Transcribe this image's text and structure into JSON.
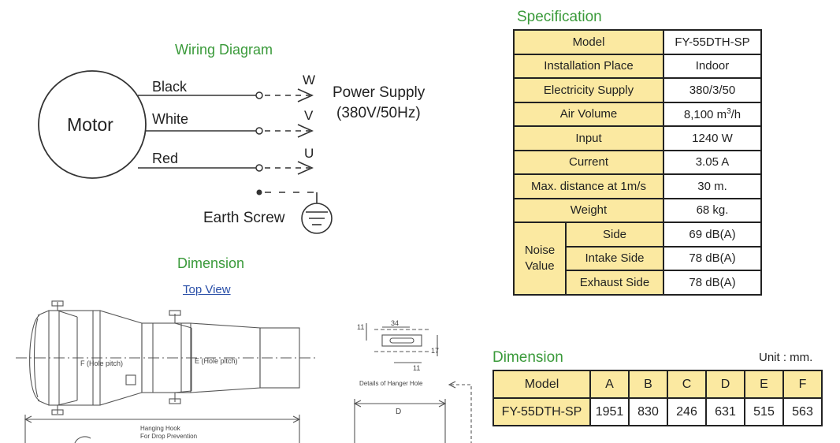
{
  "wiring": {
    "title": "Wiring Diagram",
    "motor": "Motor",
    "wires": [
      {
        "color": "Black",
        "phase": "W"
      },
      {
        "color": "White",
        "phase": "V"
      },
      {
        "color": "Red",
        "phase": "U"
      }
    ],
    "power_supply_line1": "Power Supply",
    "power_supply_line2": "(380V/50Hz)",
    "earth": "Earth Screw"
  },
  "drawing": {
    "title": "Dimension",
    "top_view": "Top View",
    "f_label": "F (Hole pitch)",
    "e_label": "E (Hole pitch)",
    "hanger_details": "Details of Hanger Hole",
    "dim_34": "34",
    "dim_11a": "11",
    "dim_11b": "11",
    "dim_17": "17",
    "dim_d": "D",
    "hook_line1": "Hanging Hook",
    "hook_line2": "For Drop Prevention"
  },
  "spec": {
    "title": "Specification",
    "header": {
      "label": "Model",
      "value": "FY-55DTH-SP"
    },
    "rows": [
      {
        "label": "Installation Place",
        "value": "Indoor"
      },
      {
        "label": "Electricity Supply",
        "value": "380/3/50"
      },
      {
        "label": "Air Volume",
        "value": "8,100 m",
        "sup": "3",
        "tail": "/h"
      },
      {
        "label": "Input",
        "value": "1240 W"
      },
      {
        "label": "Current",
        "value": "3.05 A"
      },
      {
        "label": "Max. distance at 1m/s",
        "value": "30 m."
      },
      {
        "label": "Weight",
        "value": "68 kg."
      }
    ],
    "noise": {
      "label_line1": "Noise",
      "label_line2": "Value",
      "rows": [
        {
          "label": "Side",
          "value": "69 dB(A)"
        },
        {
          "label": "Intake Side",
          "value": "78 dB(A)"
        },
        {
          "label": "Exhaust Side",
          "value": "78 dB(A)"
        }
      ]
    }
  },
  "dimension_table": {
    "title": "Dimension",
    "unit": "Unit : mm.",
    "headers": [
      "Model",
      "A",
      "B",
      "C",
      "D",
      "E",
      "F"
    ],
    "row": [
      "FY-55DTH-SP",
      "1951",
      "830",
      "246",
      "631",
      "515",
      "563"
    ]
  },
  "colors": {
    "header_fill": "#fbe9a1",
    "title_green": "#3a9a3a",
    "link_blue": "#2a4fa8"
  }
}
